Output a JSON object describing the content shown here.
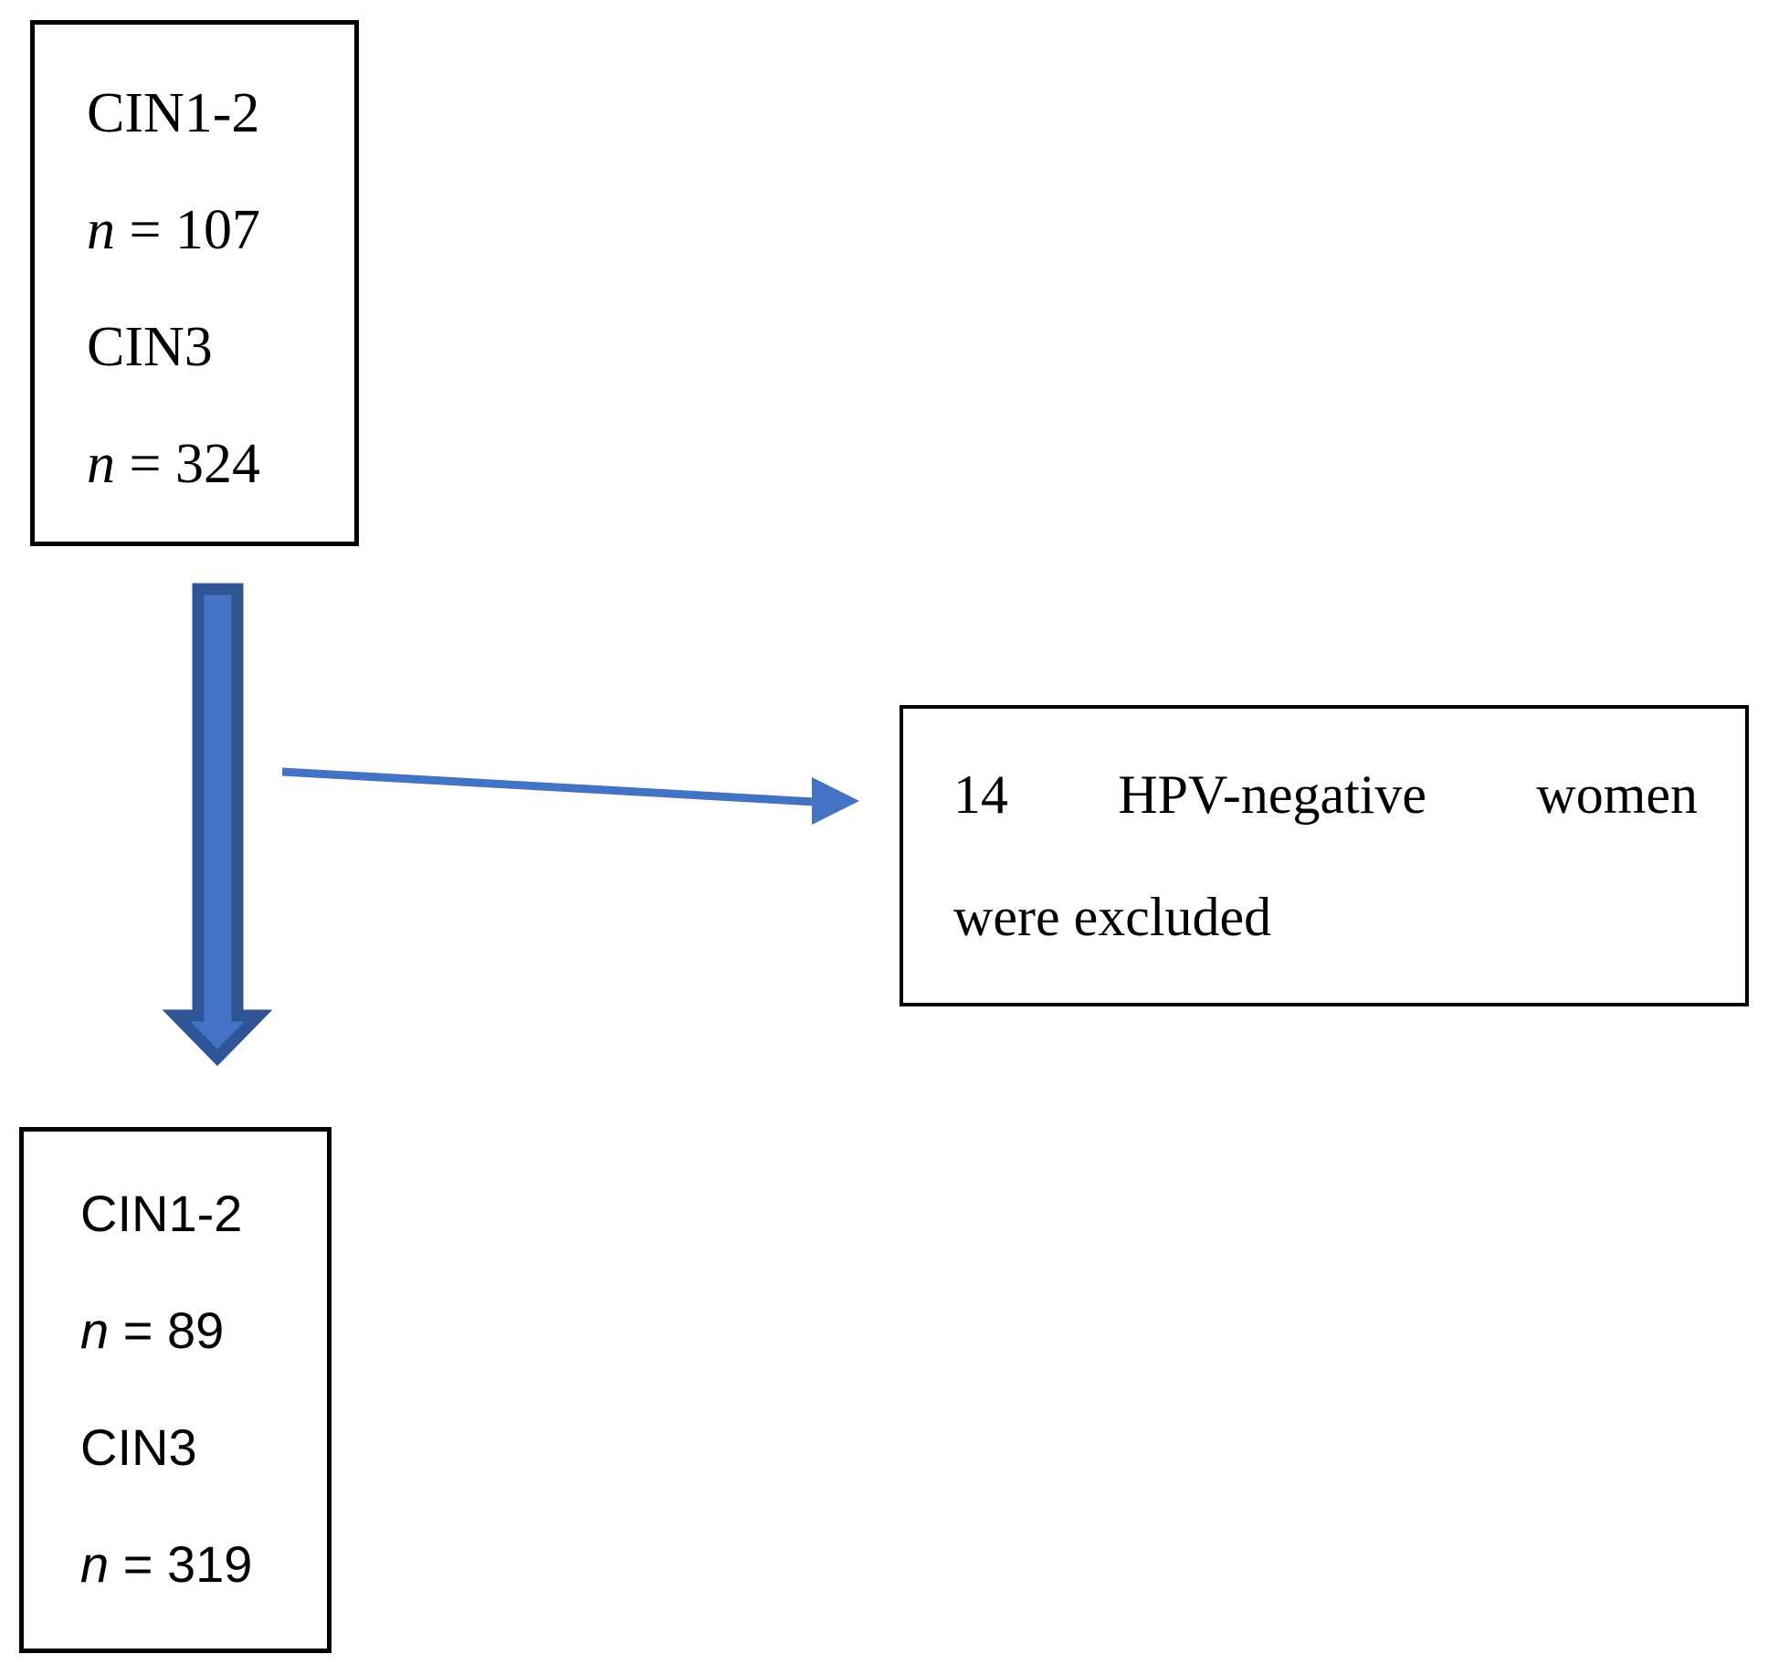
{
  "diagram": {
    "type": "study-flowchart",
    "background_color": "#ffffff",
    "colors": {
      "box_border": "#000000",
      "text": "#000000",
      "block_arrow_fill": "#4472C4",
      "block_arrow_border": "#2F5597",
      "thin_arrow": "#4472C4"
    },
    "boxes": {
      "baseline_cohort": {
        "name": "baseline-cohort-box",
        "lines": [
          {
            "id": "cin12-label",
            "text": "CIN1-2"
          },
          {
            "id": "cin12-count",
            "prefix": "n",
            "text": " = 107",
            "value": 107
          },
          {
            "id": "cin3-label",
            "text": "CIN3"
          },
          {
            "id": "cin3-count",
            "prefix": "n",
            "text": " = 324",
            "value": 324
          }
        ]
      },
      "exclusion": {
        "name": "exclusion-box",
        "line1_words": [
          "14",
          "HPV-negative",
          "women"
        ],
        "line2": "were excluded",
        "excluded_count": 14
      },
      "final_cohort": {
        "name": "final-cohort-box",
        "lines": [
          {
            "id": "cin12-label",
            "text": "CIN1-2"
          },
          {
            "id": "cin12-count",
            "prefix": "n",
            "text": " = 89",
            "value": 89
          },
          {
            "id": "cin3-label",
            "text": "CIN3"
          },
          {
            "id": "cin3-count",
            "prefix": "n",
            "text": " = 319",
            "value": 319
          }
        ]
      }
    },
    "arrows": {
      "main_flow": {
        "name": "main-flow-arrow",
        "direction": "down",
        "from": "baseline-cohort-box",
        "to": "final-cohort-box"
      },
      "exclusion_branch": {
        "name": "exclusion-branch-arrow",
        "direction": "right",
        "from": "main-flow-arrow",
        "to": "exclusion-box"
      }
    }
  }
}
